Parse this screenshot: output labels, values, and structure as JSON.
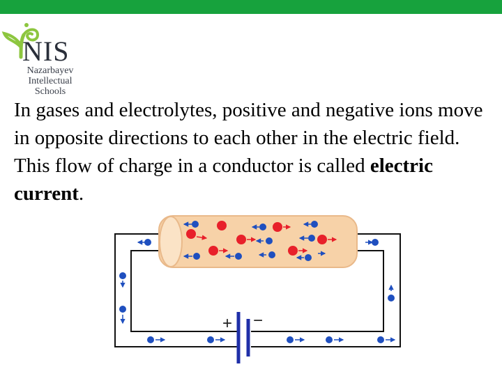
{
  "logo": {
    "mark": "NIS",
    "lines": [
      "Nazarbayev",
      "Intellectual",
      "Schools"
    ],
    "accent_color": "#8dc63f"
  },
  "slide": {
    "text_before": "In gases and electrolytes, positive and negative ions move in opposite directions to each other in the electric field. This flow of charge in a conductor is called ",
    "highlight": "electric current",
    "text_after": "."
  },
  "diagram": {
    "battery_plus": "+",
    "battery_minus": "−",
    "positive_ion_color": "#e8202a",
    "negative_ion_color": "#1f4fbf",
    "tube_color": "#f7d2a8",
    "wire_color": "#111111",
    "battery_color": "#1f2fa8"
  },
  "theme": {
    "header_bar_color": "#17a23d"
  }
}
